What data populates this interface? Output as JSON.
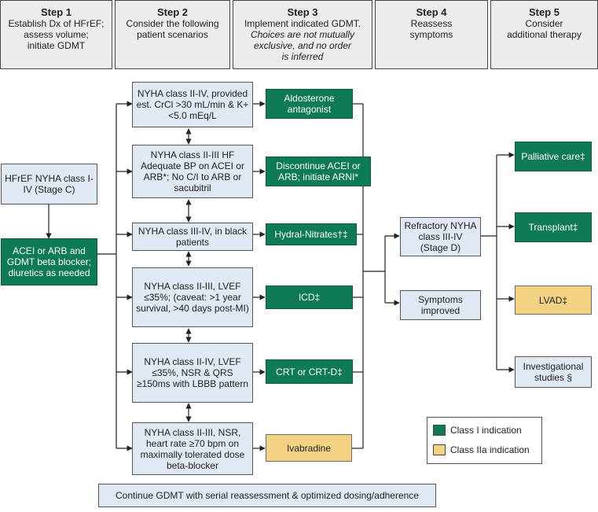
{
  "colors": {
    "class1": "#0e7a56",
    "class2a": "#f4d283",
    "patient_box": "#dfe8f3",
    "header_box": "#ececec"
  },
  "steps": [
    {
      "title": "Step 1",
      "lines": [
        "Establish Dx of HFrEF;",
        "assess volume;",
        "initiate GDMT"
      ]
    },
    {
      "title": "Step 2",
      "lines": [
        "Consider the following",
        "patient scenarios"
      ]
    },
    {
      "title": "Step 3",
      "lines": [
        "Implement indicated GDMT."
      ],
      "note_lines": [
        "Choices are not mutually",
        "exclusive, and no order",
        "is inferred"
      ]
    },
    {
      "title": "Step 4",
      "lines": [
        "Reassess",
        "symptoms"
      ]
    },
    {
      "title": "Step 5",
      "lines": [
        "Consider",
        "additional therapy"
      ]
    }
  ],
  "left": {
    "hfref": "HFrEF NYHA class I-IV (Stage C)",
    "acei": "ACEI or ARB and GDMT beta blocker; diuretics as needed"
  },
  "scenarios": [
    "NYHA class II-IV, provided est. CrCl >30 mL/min & K+<5.0 mEq/L",
    "NYHA class II-III HF Adequate BP on ACEI or ARB*; No C/I to ARB or sacubitril",
    "NYHA class III-IV, in black patients",
    "NYHA class II-III, LVEF ≤35%; (caveat: >1 year survival, >40 days post-MI)",
    "NYHA class II-IV, LVEF ≤35%, NSR & QRS ≥150ms with LBBB pattern",
    "NYHA class II-III, NSR, heart rate ≥70 bpm on maximally tolerated dose beta-blocker"
  ],
  "therapies": [
    "Aldosterone antagonist",
    "Discontinue ACEI or ARB; initiate ARNI*",
    "Hydral-Nitrates†‡",
    "ICD‡",
    "CRT or CRT-D‡",
    "Ivabradine"
  ],
  "reassess": {
    "refractory": "Refractory NYHA class III-IV (Stage D)",
    "improved": "Symptoms improved"
  },
  "additional": [
    "Palliative care‡",
    "Transplant‡",
    "LVAD‡",
    "Investigational studies §"
  ],
  "footer": "Continue GDMT with serial reassessment & optimized dosing/adherence",
  "legend": {
    "class1": "Class I indication",
    "class2a": "Class IIa indication"
  }
}
